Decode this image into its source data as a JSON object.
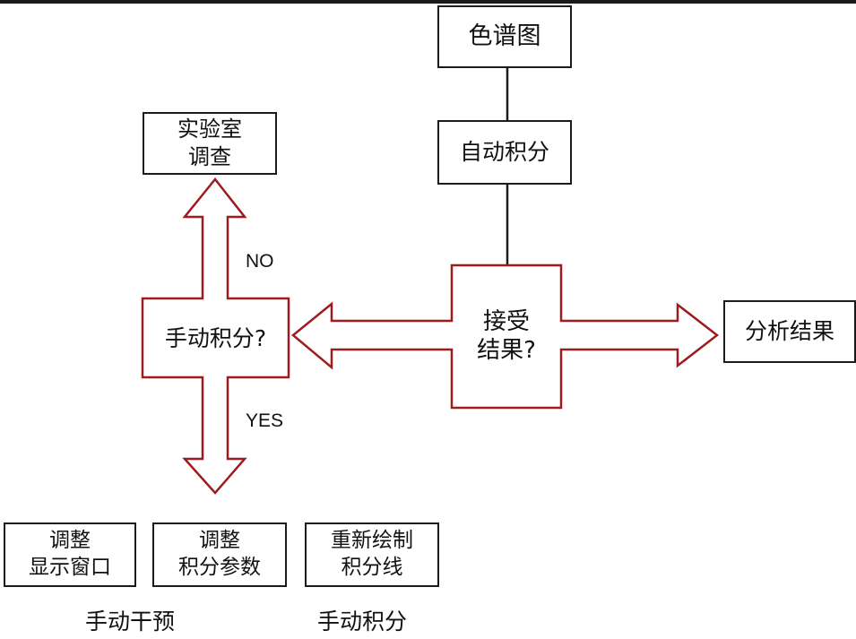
{
  "diagram": {
    "nodes": {
      "chromatogram": "色谱图",
      "auto_integration": "自动积分",
      "accept_result": "接受\n结果?",
      "analysis_result": "分析结果",
      "manual_integration_q": "手动积分?",
      "lab_investigation": "实验室\n调查",
      "adjust_display": "调整\n显示窗口",
      "adjust_params": "调整\n积分参数",
      "redraw_baseline": "重新绘制\n积分线"
    },
    "labels": {
      "no": "NO",
      "yes": "YES"
    },
    "captions": {
      "manual_intervention": "手动干预",
      "manual_integration": "手动积分"
    },
    "colors": {
      "arrow_outline": "#9e1b1f",
      "box_border": "#1b1b1b"
    }
  }
}
